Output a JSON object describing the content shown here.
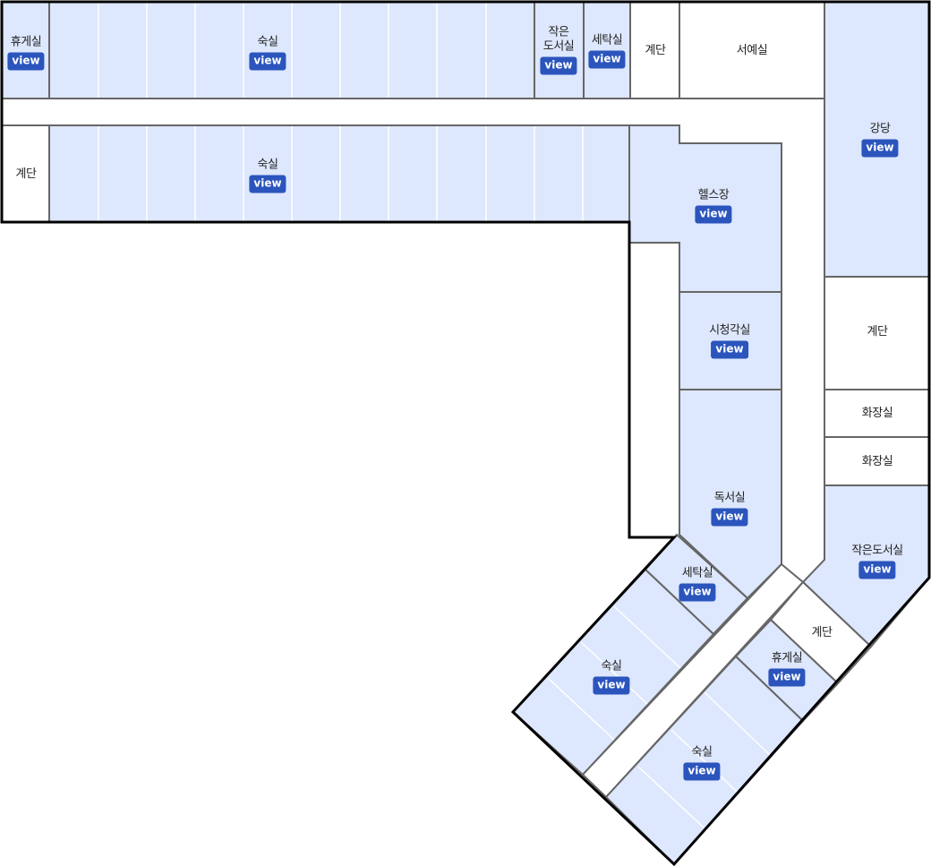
{
  "colors": {
    "room_fill": "#dde7fd",
    "wall": "#666666",
    "outline": "#000000",
    "button": "#2b55bd"
  },
  "view_label": "view",
  "rooms": [
    {
      "name": "휴게실",
      "has_view": true
    },
    {
      "name": "숙실",
      "has_view": true
    },
    {
      "name": "작은\n도서실",
      "line1": "작은",
      "line2": "도서실",
      "has_view": true
    },
    {
      "name": "세탁실",
      "has_view": true
    },
    {
      "name": "계단",
      "has_view": false
    },
    {
      "name": "서예실",
      "has_view": false
    },
    {
      "name": "강당",
      "has_view": true
    },
    {
      "name": "계단",
      "has_view": false
    },
    {
      "name": "숙실",
      "has_view": true
    },
    {
      "name": "헬스장",
      "has_view": true
    },
    {
      "name": "시청각실",
      "has_view": true
    },
    {
      "name": "독서실",
      "has_view": true
    },
    {
      "name": "계단",
      "has_view": false
    },
    {
      "name": "화장실",
      "has_view": false
    },
    {
      "name": "화장실",
      "has_view": false
    },
    {
      "name": "작은도서실",
      "has_view": true
    },
    {
      "name": "세탁실",
      "has_view": true
    },
    {
      "name": "숙실",
      "has_view": true
    },
    {
      "name": "계단",
      "has_view": false
    },
    {
      "name": "휴게실",
      "has_view": true
    },
    {
      "name": "숙실",
      "has_view": true
    }
  ]
}
